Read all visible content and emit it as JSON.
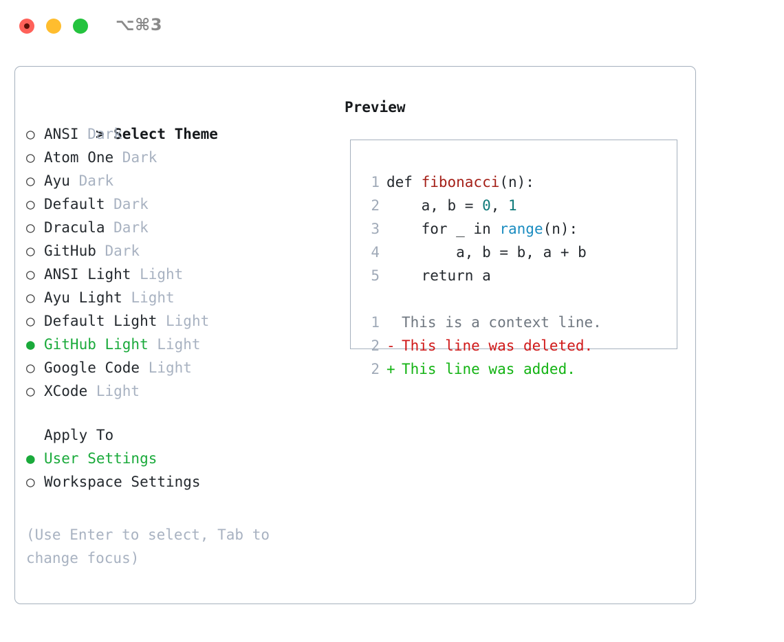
{
  "window": {
    "title": "⌥⌘3",
    "traffic_lights": [
      {
        "name": "close",
        "color": "#ff6159"
      },
      {
        "name": "minimize",
        "color": "#ffbd2e"
      },
      {
        "name": "maximize",
        "color": "#24c33e"
      }
    ]
  },
  "theme_picker": {
    "heading": "Select Theme",
    "heading_marker": ">",
    "marker_selected": "●",
    "marker_unselected": "○",
    "items": [
      {
        "name": "ANSI",
        "variant": "Dark",
        "selected": false
      },
      {
        "name": "Atom One",
        "variant": "Dark",
        "selected": false
      },
      {
        "name": "Ayu",
        "variant": "Dark",
        "selected": false
      },
      {
        "name": "Default",
        "variant": "Dark",
        "selected": false
      },
      {
        "name": "Dracula",
        "variant": "Dark",
        "selected": false
      },
      {
        "name": "GitHub",
        "variant": "Dark",
        "selected": false
      },
      {
        "name": "ANSI Light",
        "variant": "Light",
        "selected": false
      },
      {
        "name": "Ayu Light",
        "variant": "Light",
        "selected": false
      },
      {
        "name": "Default Light",
        "variant": "Light",
        "selected": false
      },
      {
        "name": "GitHub Light",
        "variant": "Light",
        "selected": true
      },
      {
        "name": "Google Code",
        "variant": "Light",
        "selected": false
      },
      {
        "name": "XCode",
        "variant": "Light",
        "selected": false
      }
    ]
  },
  "apply_to": {
    "heading": "Apply To",
    "items": [
      {
        "name": "User Settings",
        "selected": true
      },
      {
        "name": "Workspace Settings",
        "selected": false
      }
    ]
  },
  "hint": "(Use Enter to select, Tab to change focus)",
  "preview": {
    "title": "Preview",
    "code_lines": [
      {
        "number": "1",
        "tokens": [
          {
            "t": "def ",
            "k": "plain"
          },
          {
            "t": "fibonacci",
            "k": "fn"
          },
          {
            "t": "(n):",
            "k": "plain"
          }
        ]
      },
      {
        "number": "2",
        "tokens": [
          {
            "t": "    a, b = ",
            "k": "plain"
          },
          {
            "t": "0",
            "k": "num"
          },
          {
            "t": ", ",
            "k": "plain"
          },
          {
            "t": "1",
            "k": "num"
          }
        ]
      },
      {
        "number": "3",
        "tokens": [
          {
            "t": "    for _ in ",
            "k": "plain"
          },
          {
            "t": "range",
            "k": "kw"
          },
          {
            "t": "(n):",
            "k": "plain"
          }
        ]
      },
      {
        "number": "4",
        "tokens": [
          {
            "t": "        a, b = b, a + b",
            "k": "plain"
          }
        ]
      },
      {
        "number": "5",
        "tokens": [
          {
            "t": "    return a",
            "k": "plain"
          }
        ]
      }
    ],
    "diff_lines": [
      {
        "number": "1",
        "sign": " ",
        "text": "This is a context line.",
        "kind": "context"
      },
      {
        "number": "2",
        "sign": "-",
        "text": "This line was deleted.",
        "kind": "deleted"
      },
      {
        "number": "2",
        "sign": "+",
        "text": "This line was added.",
        "kind": "added"
      }
    ]
  },
  "colors": {
    "accent_green": "#1aaa3b",
    "muted": "#a8b2c1",
    "border": "#a5b0bd",
    "diff_add": "#13b313",
    "diff_del": "#d01919",
    "token_fn": "#a41f17",
    "token_num": "#0f7a7a",
    "token_kw": "#1a8cc0"
  }
}
